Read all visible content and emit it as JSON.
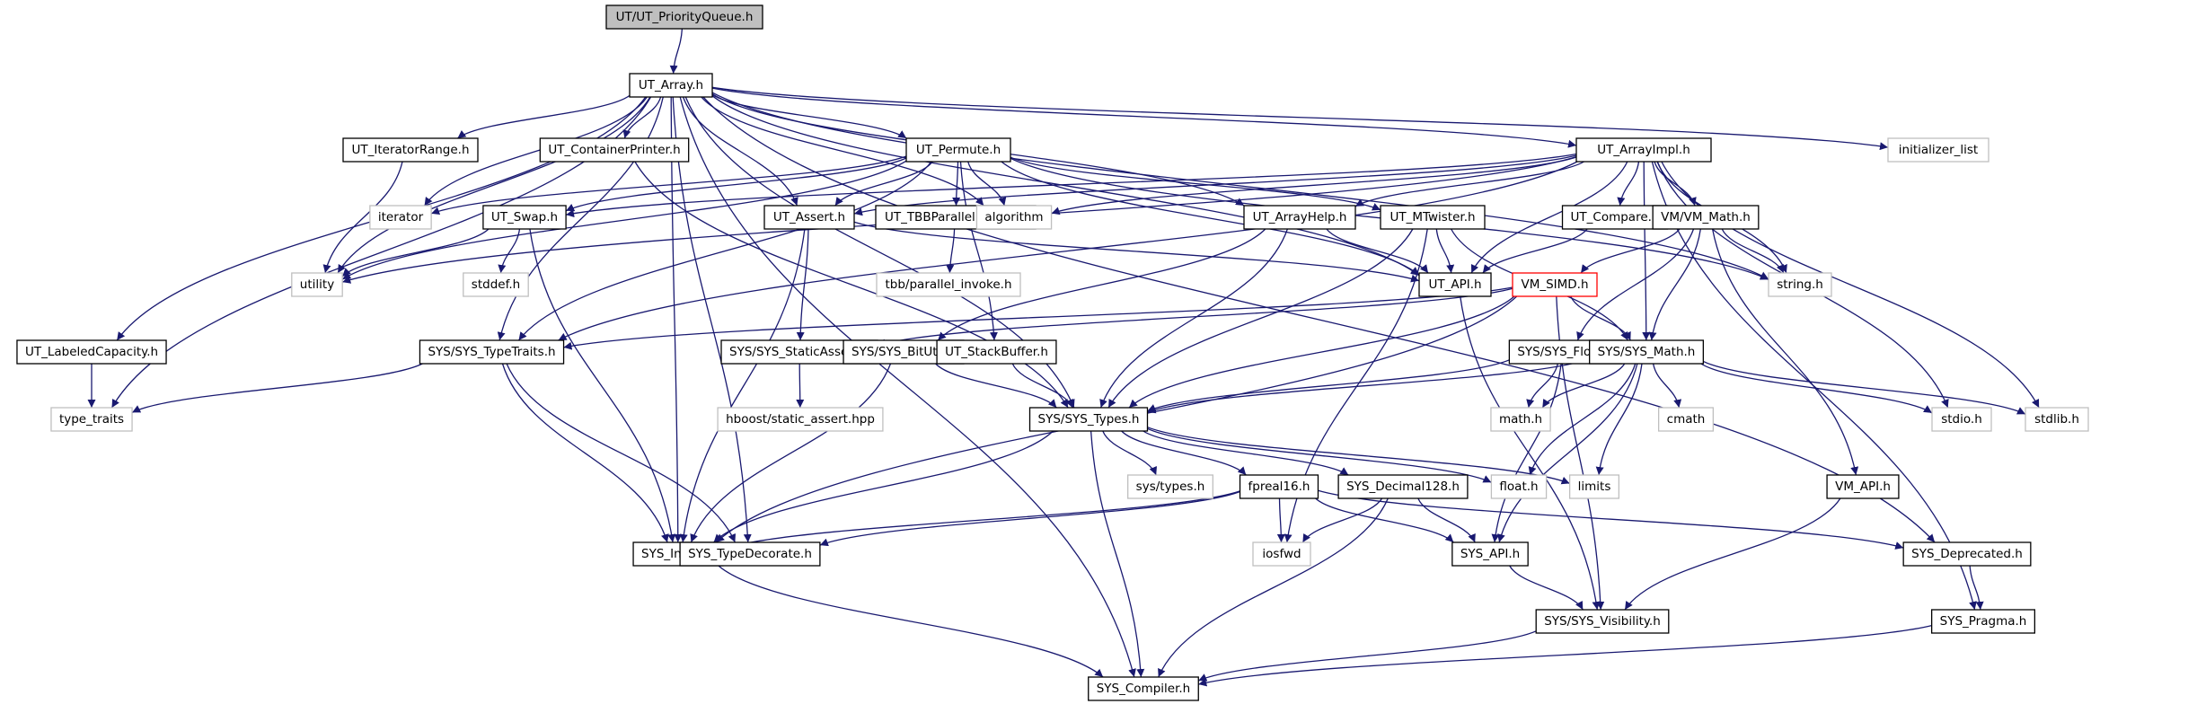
{
  "diagram": {
    "title": "UT/UT_PriorityQueue.h",
    "colors": {
      "edge": "#191970",
      "root_fill": "#bfbfbf",
      "node_border": "#000000",
      "external_border": "#bfbfbf",
      "highlight_border": "#ff0000",
      "node_fill": "#ffffff"
    },
    "nodes": [
      {
        "id": "pq",
        "label": "UT/UT_PriorityQueue.h",
        "kind": "root"
      },
      {
        "id": "arr",
        "label": "UT_Array.h",
        "kind": "local"
      },
      {
        "id": "itr",
        "label": "UT_IteratorRange.h",
        "kind": "local"
      },
      {
        "id": "cp",
        "label": "UT_ContainerPrinter.h",
        "kind": "local"
      },
      {
        "id": "perm",
        "label": "UT_Permute.h",
        "kind": "local"
      },
      {
        "id": "impl",
        "label": "UT_ArrayImpl.h",
        "kind": "local"
      },
      {
        "id": "init",
        "label": "initializer_list",
        "kind": "external"
      },
      {
        "id": "iter",
        "label": "iterator",
        "kind": "external"
      },
      {
        "id": "swap",
        "label": "UT_Swap.h",
        "kind": "local"
      },
      {
        "id": "assert",
        "label": "UT_Assert.h",
        "kind": "local"
      },
      {
        "id": "tbb",
        "label": "UT_TBBParallelInvoke.h",
        "kind": "local"
      },
      {
        "id": "algo",
        "label": "algorithm",
        "kind": "external"
      },
      {
        "id": "ahelp",
        "label": "UT_ArrayHelp.h",
        "kind": "local"
      },
      {
        "id": "mt",
        "label": "UT_MTwister.h",
        "kind": "local"
      },
      {
        "id": "cmp",
        "label": "UT_Compare.h",
        "kind": "local"
      },
      {
        "id": "vmmath",
        "label": "VM/VM_Math.h",
        "kind": "local"
      },
      {
        "id": "util",
        "label": "utility",
        "kind": "external"
      },
      {
        "id": "stddef",
        "label": "stddef.h",
        "kind": "external"
      },
      {
        "id": "tbbpi",
        "label": "tbb/parallel_invoke.h",
        "kind": "external"
      },
      {
        "id": "utapi",
        "label": "UT_API.h",
        "kind": "local"
      },
      {
        "id": "simd",
        "label": "VM_SIMD.h",
        "kind": "highlight"
      },
      {
        "id": "string",
        "label": "string.h",
        "kind": "external"
      },
      {
        "id": "lcap",
        "label": "UT_LabeledCapacity.h",
        "kind": "local"
      },
      {
        "id": "tt",
        "label": "SYS/SYS_TypeTraits.h",
        "kind": "local"
      },
      {
        "id": "sa",
        "label": "SYS/SYS_StaticAssert.h",
        "kind": "local"
      },
      {
        "id": "bit",
        "label": "SYS/SYS_BitUtil.h",
        "kind": "local"
      },
      {
        "id": "sb",
        "label": "UT_StackBuffer.h",
        "kind": "local"
      },
      {
        "id": "floor",
        "label": "SYS/SYS_Floor.h",
        "kind": "local"
      },
      {
        "id": "sysmath",
        "label": "SYS/SYS_Math.h",
        "kind": "local"
      },
      {
        "id": "typetraits",
        "label": "type_traits",
        "kind": "external"
      },
      {
        "id": "hboost",
        "label": "hboost/static_assert.hpp",
        "kind": "external"
      },
      {
        "id": "types",
        "label": "SYS/SYS_Types.h",
        "kind": "local"
      },
      {
        "id": "mathh",
        "label": "math.h",
        "kind": "external"
      },
      {
        "id": "cmath",
        "label": "cmath",
        "kind": "external"
      },
      {
        "id": "stdio",
        "label": "stdio.h",
        "kind": "external"
      },
      {
        "id": "stdlib",
        "label": "stdlib.h",
        "kind": "external"
      },
      {
        "id": "systypes",
        "label": "sys/types.h",
        "kind": "external"
      },
      {
        "id": "fp16",
        "label": "fpreal16.h",
        "kind": "local"
      },
      {
        "id": "dec",
        "label": "SYS_Decimal128.h",
        "kind": "local"
      },
      {
        "id": "float",
        "label": "float.h",
        "kind": "external"
      },
      {
        "id": "limits",
        "label": "limits",
        "kind": "external"
      },
      {
        "id": "vmapi",
        "label": "VM_API.h",
        "kind": "local"
      },
      {
        "id": "inline",
        "label": "SYS_Inline.h",
        "kind": "local"
      },
      {
        "id": "tdec",
        "label": "SYS_TypeDecorate.h",
        "kind": "local"
      },
      {
        "id": "iosfwd",
        "label": "iosfwd",
        "kind": "external"
      },
      {
        "id": "sysapi",
        "label": "SYS_API.h",
        "kind": "local"
      },
      {
        "id": "depr",
        "label": "SYS_Deprecated.h",
        "kind": "local"
      },
      {
        "id": "vis",
        "label": "SYS/SYS_Visibility.h",
        "kind": "local"
      },
      {
        "id": "pragma",
        "label": "SYS_Pragma.h",
        "kind": "local"
      },
      {
        "id": "comp",
        "label": "SYS_Compiler.h",
        "kind": "local"
      }
    ],
    "edges": [
      [
        "pq",
        "arr"
      ],
      [
        "arr",
        "itr"
      ],
      [
        "arr",
        "cp"
      ],
      [
        "arr",
        "perm"
      ],
      [
        "arr",
        "impl"
      ],
      [
        "arr",
        "init"
      ],
      [
        "arr",
        "iter"
      ],
      [
        "arr",
        "assert"
      ],
      [
        "arr",
        "algo"
      ],
      [
        "arr",
        "ahelp"
      ],
      [
        "arr",
        "utapi"
      ],
      [
        "arr",
        "string"
      ],
      [
        "arr",
        "util"
      ],
      [
        "arr",
        "lcap"
      ],
      [
        "arr",
        "tt"
      ],
      [
        "arr",
        "typetraits"
      ],
      [
        "arr",
        "types"
      ],
      [
        "arr",
        "inline"
      ],
      [
        "arr",
        "tdec"
      ],
      [
        "arr",
        "depr"
      ],
      [
        "arr",
        "comp"
      ],
      [
        "itr",
        "util"
      ],
      [
        "cp",
        "types"
      ],
      [
        "perm",
        "iter"
      ],
      [
        "perm",
        "swap"
      ],
      [
        "perm",
        "assert"
      ],
      [
        "perm",
        "tbb"
      ],
      [
        "perm",
        "algo"
      ],
      [
        "perm",
        "mt"
      ],
      [
        "perm",
        "utapi"
      ],
      [
        "perm",
        "sb"
      ],
      [
        "perm",
        "tt"
      ],
      [
        "perm",
        "string"
      ],
      [
        "perm",
        "util"
      ],
      [
        "impl",
        "swap"
      ],
      [
        "impl",
        "assert"
      ],
      [
        "impl",
        "algo"
      ],
      [
        "impl",
        "ahelp"
      ],
      [
        "impl",
        "cmp"
      ],
      [
        "impl",
        "vmmath"
      ],
      [
        "impl",
        "string"
      ],
      [
        "impl",
        "stdio"
      ],
      [
        "impl",
        "stdlib"
      ],
      [
        "impl",
        "sysmath"
      ],
      [
        "impl",
        "tt"
      ],
      [
        "impl",
        "utapi"
      ],
      [
        "impl",
        "util"
      ],
      [
        "impl",
        "pragma"
      ],
      [
        "swap",
        "util"
      ],
      [
        "swap",
        "stddef"
      ],
      [
        "swap",
        "inline"
      ],
      [
        "assert",
        "utapi"
      ],
      [
        "assert",
        "sa"
      ],
      [
        "assert",
        "inline"
      ],
      [
        "tbb",
        "tbbpi"
      ],
      [
        "ahelp",
        "utapi"
      ],
      [
        "ahelp",
        "types"
      ],
      [
        "ahelp",
        "bit"
      ],
      [
        "mt",
        "utapi"
      ],
      [
        "mt",
        "types"
      ],
      [
        "mt",
        "sysmath"
      ],
      [
        "mt",
        "iosfwd"
      ],
      [
        "cmp",
        "utapi"
      ],
      [
        "vmmath",
        "simd"
      ],
      [
        "vmmath",
        "sysmath"
      ],
      [
        "vmmath",
        "string"
      ],
      [
        "vmmath",
        "floor"
      ],
      [
        "vmmath",
        "vmapi"
      ],
      [
        "utapi",
        "vis"
      ],
      [
        "simd",
        "tt"
      ],
      [
        "simd",
        "sa"
      ],
      [
        "simd",
        "types"
      ],
      [
        "simd",
        "sysmath"
      ],
      [
        "simd",
        "inline"
      ],
      [
        "simd",
        "vis"
      ],
      [
        "lcap",
        "typetraits"
      ],
      [
        "tt",
        "typetraits"
      ],
      [
        "tt",
        "inline"
      ],
      [
        "tt",
        "tdec"
      ],
      [
        "sa",
        "hboost"
      ],
      [
        "bit",
        "types"
      ],
      [
        "bit",
        "inline"
      ],
      [
        "sb",
        "types"
      ],
      [
        "floor",
        "types"
      ],
      [
        "floor",
        "mathh"
      ],
      [
        "floor",
        "sysapi"
      ],
      [
        "sysmath",
        "types"
      ],
      [
        "sysmath",
        "mathh"
      ],
      [
        "sysmath",
        "cmath"
      ],
      [
        "sysmath",
        "stdio"
      ],
      [
        "sysmath",
        "stdlib"
      ],
      [
        "sysmath",
        "float"
      ],
      [
        "sysmath",
        "limits"
      ],
      [
        "sysmath",
        "sysapi"
      ],
      [
        "types",
        "systypes"
      ],
      [
        "types",
        "fp16"
      ],
      [
        "types",
        "dec"
      ],
      [
        "types",
        "float"
      ],
      [
        "types",
        "limits"
      ],
      [
        "types",
        "inline"
      ],
      [
        "types",
        "comp"
      ],
      [
        "fp16",
        "iosfwd"
      ],
      [
        "fp16",
        "sysapi"
      ],
      [
        "fp16",
        "inline"
      ],
      [
        "fp16",
        "tdec"
      ],
      [
        "fp16",
        "depr"
      ],
      [
        "dec",
        "iosfwd"
      ],
      [
        "dec",
        "sysapi"
      ],
      [
        "dec",
        "comp"
      ],
      [
        "vmapi",
        "vis"
      ],
      [
        "inline",
        "comp"
      ],
      [
        "sysapi",
        "vis"
      ],
      [
        "depr",
        "pragma"
      ],
      [
        "vis",
        "comp"
      ],
      [
        "pragma",
        "comp"
      ]
    ]
  }
}
